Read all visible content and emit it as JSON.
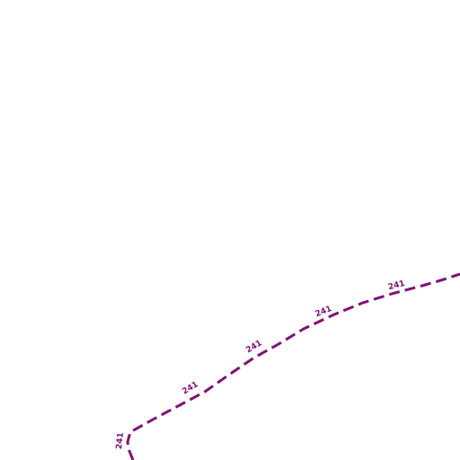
{
  "map": {
    "route": {
      "ref": "241",
      "color": "#801177",
      "style": "dashed",
      "labels": [
        {
          "text": "241"
        },
        {
          "text": "241"
        },
        {
          "text": "241"
        },
        {
          "text": "241"
        },
        {
          "text": "241"
        }
      ]
    }
  }
}
